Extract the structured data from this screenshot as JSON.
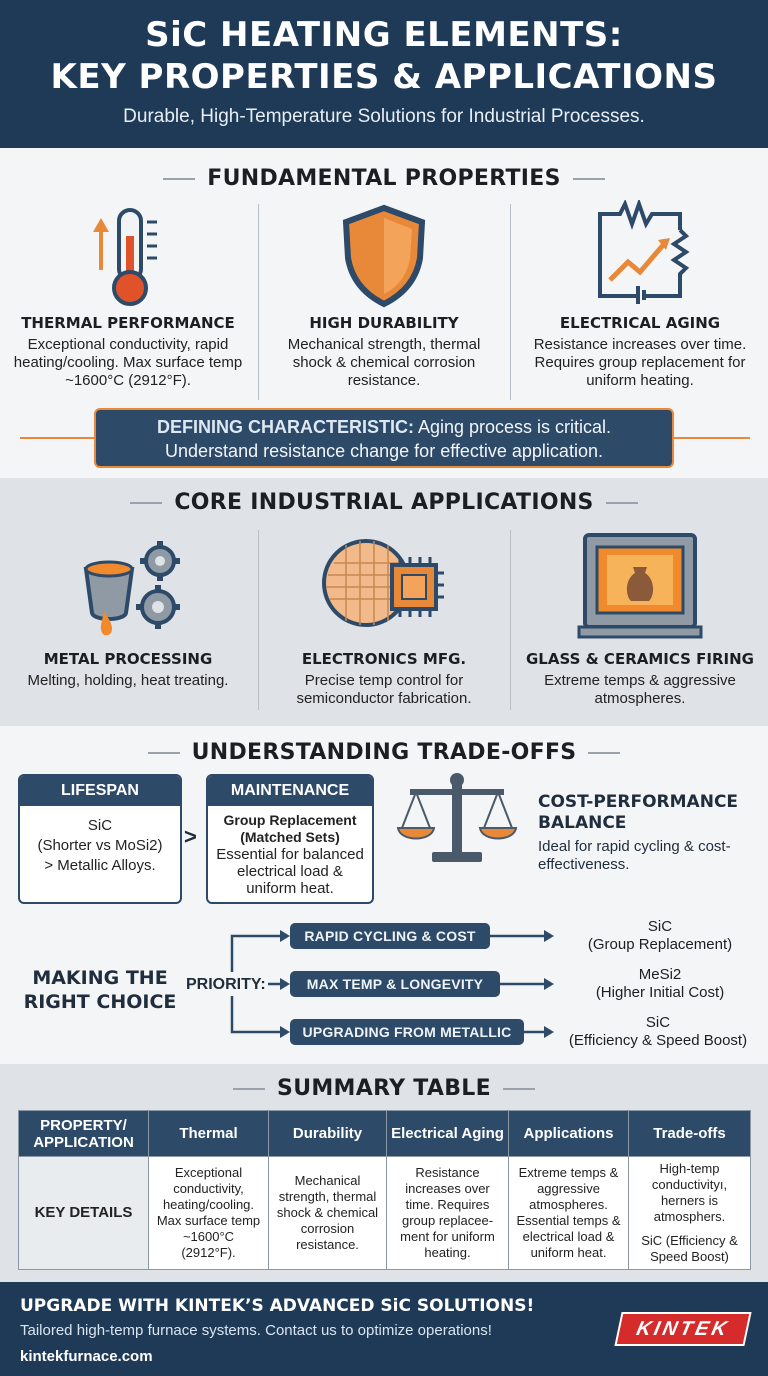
{
  "header": {
    "title_line1": "SiC HEATING ELEMENTS:",
    "title_line2": "KEY PROPERTIES & APPLICATIONS",
    "subtitle": "Durable, High-Temperature Solutions for Industrial Processes."
  },
  "fundamentals": {
    "title": "FUNDAMENTAL PROPERTIES",
    "items": [
      {
        "label": "THERMAL PERFORMANCE",
        "desc": "Exceptional conductivity, rapid heating/cooling. Max surface temp ~1600°C (2912°F).",
        "icon": "thermometer-icon"
      },
      {
        "label": "HIGH DURABILITY",
        "desc": "Mechanical strength, thermal shock & chemical corrosion resistance.",
        "icon": "shield-icon"
      },
      {
        "label": "ELECTRICAL AGING",
        "desc": "Resistance increases over time. Requires group replacement for uniform heating.",
        "icon": "circuit-graph-icon"
      }
    ],
    "defining_bold": "DEFINING CHARACTERISTIC:",
    "defining_rest": " Aging process is critical.",
    "defining_line2": "Understand resistance change for effective application."
  },
  "applications": {
    "title": "CORE INDUSTRIAL APPLICATIONS",
    "items": [
      {
        "label": "METAL PROCESSING",
        "desc": "Melting, holding, heat treating.",
        "icon": "crucible-gears-icon"
      },
      {
        "label": "ELECTRONICS MFG.",
        "desc": "Precise temp control for semiconductor fabrication.",
        "icon": "wafer-chip-icon"
      },
      {
        "label": "GLASS & CERAMICS FIRING",
        "desc": "Extreme temps & aggressive atmospheres.",
        "icon": "kiln-icon"
      }
    ]
  },
  "tradeoffs": {
    "title": "UNDERSTANDING TRADE-OFFS",
    "lifespan": {
      "head": "LIFESPAN",
      "l1": "SiC",
      "l2": "(Shorter vs MoSi2)",
      "l3": "> Metallic Alloys."
    },
    "gt": ">",
    "maintenance": {
      "head": "MAINTENANCE",
      "bold": "Group Replacement (Matched Sets)",
      "body": "Essential for balanced electrical load & uniform heat."
    },
    "balance": {
      "title": "COST-PERFORMANCE BALANCE",
      "desc": "Ideal for rapid cycling & cost-effectiveness.",
      "icon": "balance-scale-icon"
    }
  },
  "choice": {
    "title_l1": "MAKING THE",
    "title_l2": "RIGHT CHOICE",
    "priority": "PRIORITY:",
    "options": [
      {
        "pill": "RAPID CYCLING & COST",
        "r1": "SiC",
        "r2": "(Group Replacement)"
      },
      {
        "pill": "MAX TEMP & LONGEVITY",
        "r1": "MeSi2",
        "r2": "(Higher Initial Cost)"
      },
      {
        "pill": "UPGRADING FROM METALLIC",
        "r1": "SiC",
        "r2": "(Efficiency & Speed Boost)"
      }
    ]
  },
  "summary": {
    "title": "SUMMARY TABLE",
    "headers": [
      "PROPERTY/ APPLICATION",
      "Thermal",
      "Durability",
      "Electrical Aging",
      "Applications",
      "Trade-offs"
    ],
    "row_head": "KEY DETAILS",
    "cells": [
      "Exceptional conductivity, heating/cooling. Max surface temp ~1600°C (2912°F).",
      "Mechanical strength, thermal shock & chemical corrosion resistance.",
      "Resistance increases over time. Requires group replacee- ment for uniform heating.",
      "Extreme temps & aggressive atmospheres. Essential temps & electrical load & uniform heat.",
      "High-temp conductivityı, herners is atmosphers.",
      "SiC (Efficiency & Speed Boost)"
    ]
  },
  "footer": {
    "cta": "UPGRADE WITH KINTEK’S ADVANCED SiC SOLUTIONS!",
    "line": "Tailored high-temp furnace systems. Contact us to optimize operations!",
    "url": "kintekfurnace.com",
    "logo": "KINTEK"
  },
  "colors": {
    "navy": "#1e3a57",
    "panel": "#2d4a68",
    "accent": "#e8893a",
    "logo_red": "#d52b2b"
  }
}
